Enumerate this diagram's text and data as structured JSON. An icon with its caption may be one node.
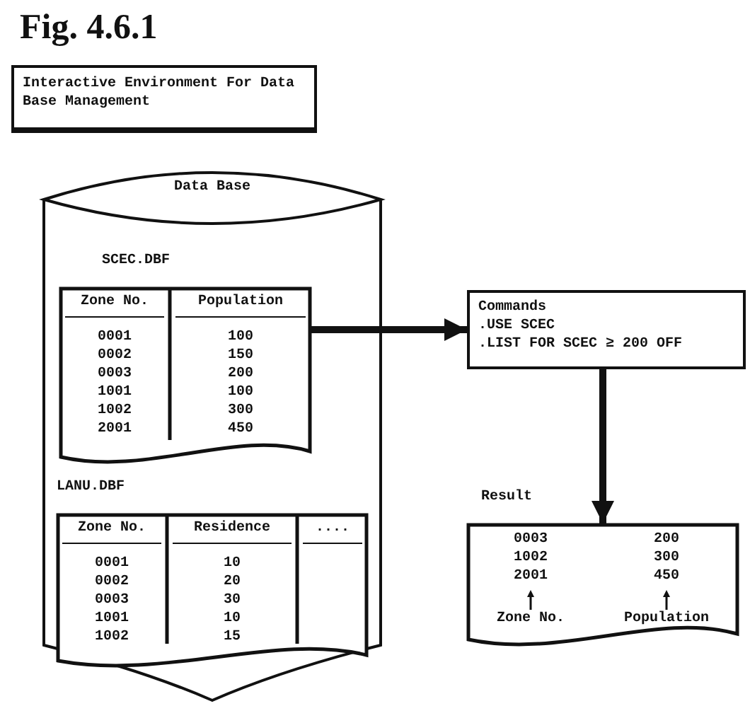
{
  "diagram": {
    "title": "Fig. 4.6.1",
    "nodes": [
      {
        "text": [
          "Interactive Environment For Data Base Management"
        ]
      },
      {
        "text": [
          "Data Base"
        ]
      },
      {
        "text": [
          "SCEC.DBF",
          "Zone No.",
          "Population",
          "0001",
          "100",
          "0002",
          "150",
          "0003",
          "200",
          "1001",
          "100",
          "1002",
          "300",
          "2001",
          "450"
        ],
        "in": 1
      },
      {
        "text": [
          "LANU.DBF",
          "Zone No.",
          "Residence",
          "....",
          "0001",
          "10",
          "0002",
          "20",
          "0003",
          "30",
          "1001",
          "10",
          "1002",
          "15"
        ],
        "in": 1
      },
      {
        "text": [
          "Commands",
          ".USE SCEC",
          ".LIST FOR SCEC ≥ 200 OFF"
        ]
      },
      {
        "text": [
          "Result",
          "0003",
          "200",
          "1002",
          "300",
          "2001",
          "450",
          "Zone No.",
          "Population"
        ]
      }
    ],
    "edges": [
      {
        "from": 2,
        "to": 4,
        "arrow": "to"
      },
      {
        "from": 4,
        "to": 5,
        "arrow": "to"
      }
    ]
  }
}
